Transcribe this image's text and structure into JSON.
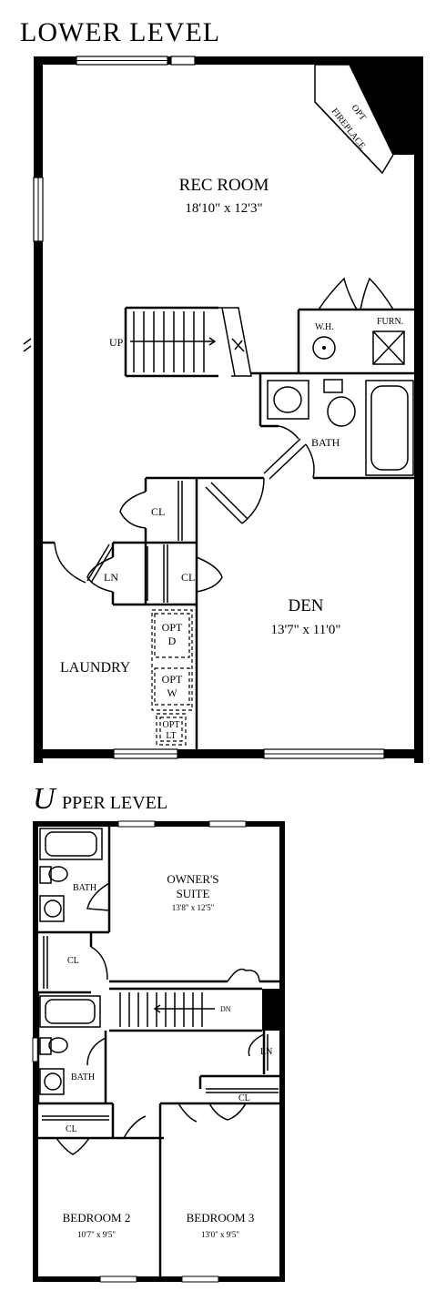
{
  "lower_level": {
    "title": "LOWER LEVEL",
    "rooms": {
      "rec_room": {
        "name": "REC ROOM",
        "dims": "18'10\" x 12'3\""
      },
      "den": {
        "name": "DEN",
        "dims": "13'7\" x 11'0\""
      },
      "bath": "BATH",
      "laundry": "LAUNDRY",
      "closet_1": "CL",
      "closet_2": "CL",
      "linen": "LN"
    },
    "fixtures": {
      "fireplace_opt": "OPT",
      "fireplace": "FIREPLACE",
      "water_heater": "W.H.",
      "furnace": "FURN.",
      "stairs_up": "UP",
      "opt_d_1": "OPT",
      "opt_d_2": "D",
      "opt_w_1": "OPT",
      "opt_w_2": "W",
      "opt_lt_1": "OPT",
      "opt_lt_2": "LT"
    }
  },
  "upper_level": {
    "title_initial": "U",
    "title_rest": "PPER LEVEL",
    "rooms": {
      "owners_suite_1": "OWNER'S",
      "owners_suite_2": "SUITE",
      "owners_suite_dims": "13'8\" x 12'5\"",
      "bath_1": "BATH",
      "bath_2": "BATH",
      "closet_1": "CL",
      "closet_2": "CL",
      "closet_3": "CL",
      "linen": "LN",
      "stairs_down": "DN",
      "bedroom_2": {
        "name": "BEDROOM 2",
        "dims": "10'7\" x 9'5\""
      },
      "bedroom_3": {
        "name": "BEDROOM 3",
        "dims": "13'0\" x 9'5\""
      }
    }
  }
}
